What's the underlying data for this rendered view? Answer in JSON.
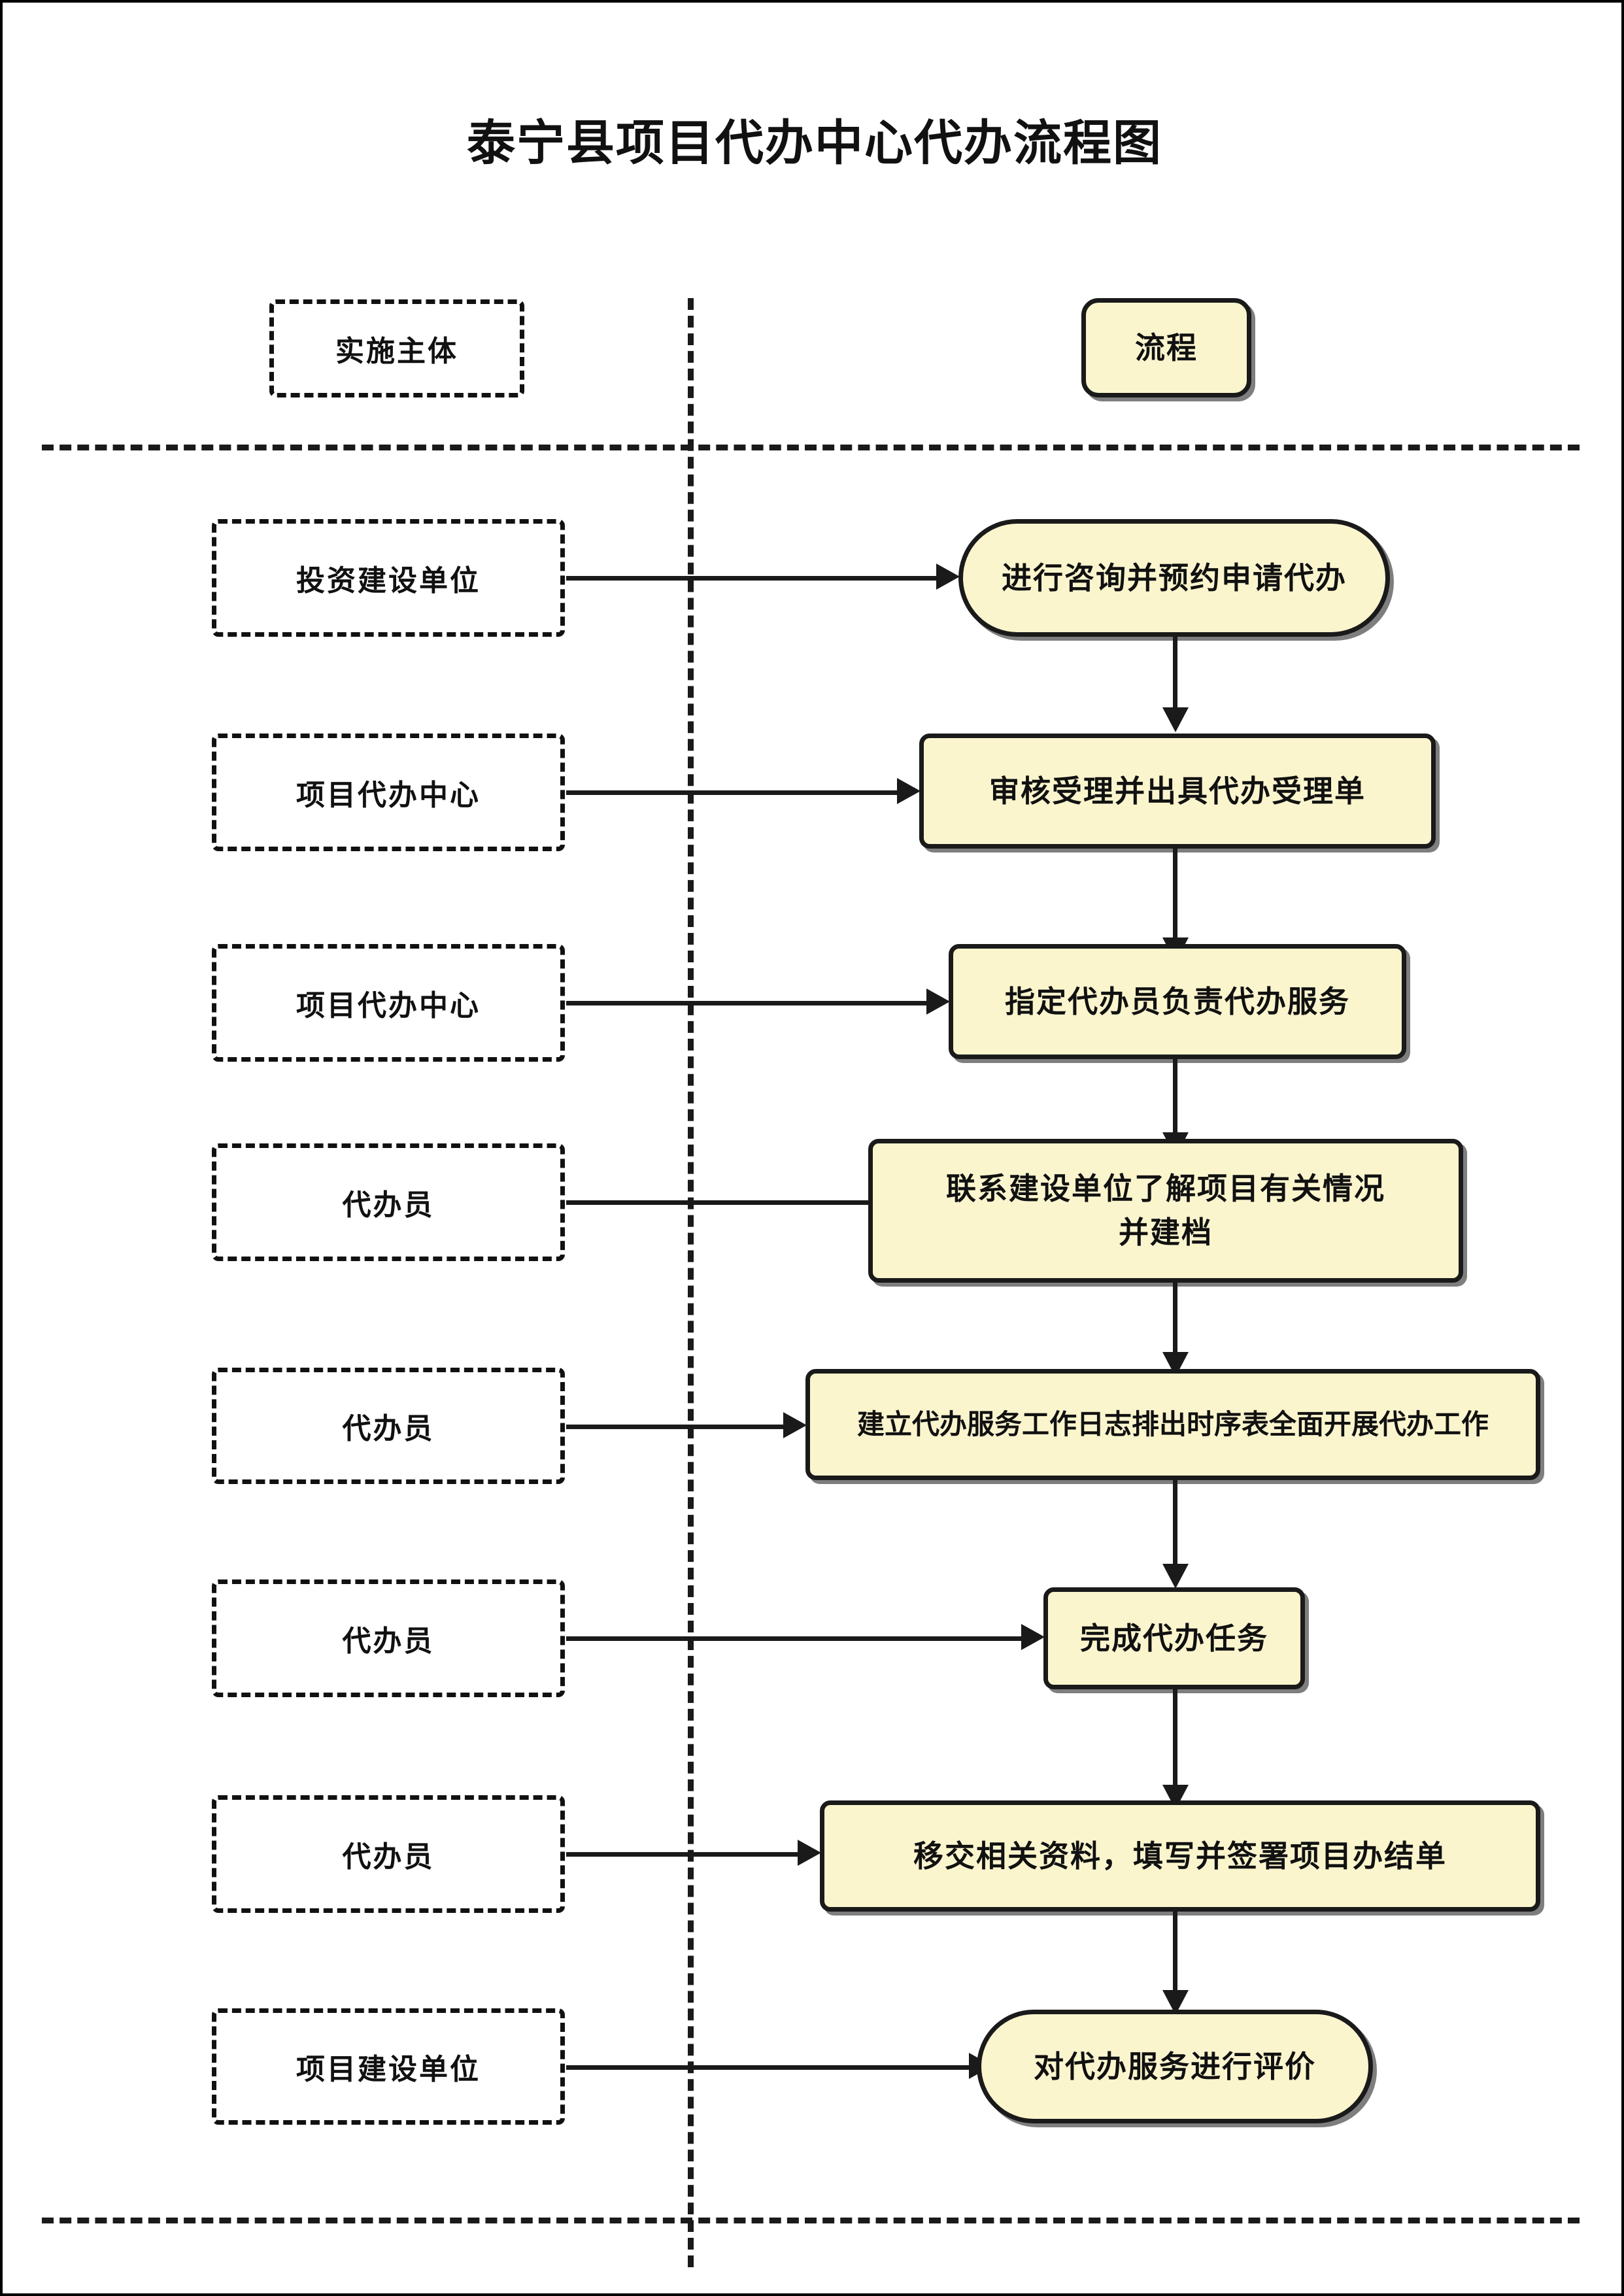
{
  "title": "泰宁县项目代办中心代办流程图",
  "header": {
    "actor_column_label": "实施主体",
    "process_column_label": "流程"
  },
  "colors": {
    "process_fill": "#FBF5CE",
    "stroke": "#1a1a1a",
    "text": "#111111",
    "page_background": "#ffffff"
  },
  "rows": [
    {
      "actor": "投资建设单位",
      "process": "进行咨询并预约申请代办",
      "shape": "rounded"
    },
    {
      "actor": "项目代办中心",
      "process": "审核受理并出具代办受理单",
      "shape": "rect"
    },
    {
      "actor": "项目代办中心",
      "process": "指定代办员负责代办服务",
      "shape": "rect"
    },
    {
      "actor": "代办员",
      "process_line1": "联系建设单位了解项目有关情况",
      "process_line2": "并建档",
      "shape": "rect"
    },
    {
      "actor": "代办员",
      "process": "建立代办服务工作日志排出时序表全面开展代办工作",
      "shape": "rect"
    },
    {
      "actor": "代办员",
      "process": "完成代办任务",
      "shape": "rect"
    },
    {
      "actor": "代办员",
      "process": "移交相关资料，填写并签署项目办结单",
      "shape": "rect"
    },
    {
      "actor": "项目建设单位",
      "process": "对代办服务进行评价",
      "shape": "rounded"
    }
  ]
}
